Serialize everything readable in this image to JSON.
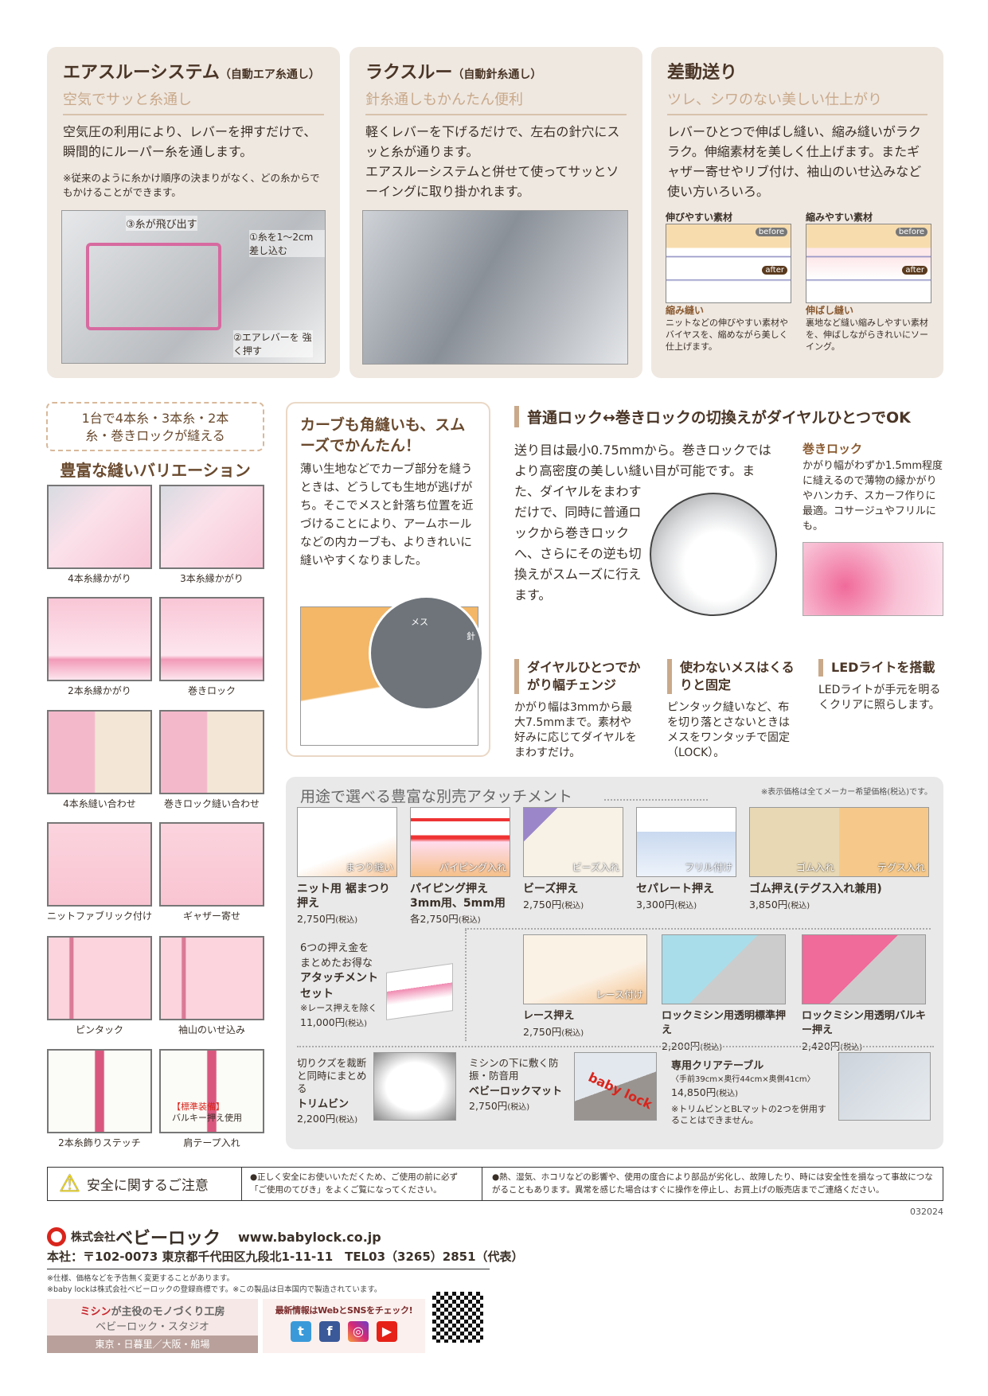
{
  "panels": [
    {
      "title": "エアスルーシステム",
      "title_note": "（自動エア糸通し）",
      "subtitle": "空気でサッと糸通し",
      "body": "空気圧の利用により、レバーを押すだけで、瞬間的にルーパー糸を通します。",
      "note": "※従来のように糸かけ順序の決まりがなく、どの糸からでもかけることができます。",
      "callouts": [
        "③糸が飛び出す",
        "①糸を1〜2cm 差し込む",
        "②エアレバーを 強く押す"
      ]
    },
    {
      "title": "ラクスルー",
      "title_note": "（自動針糸通し）",
      "subtitle": "針糸通しもかんたん便利",
      "body": "軽くレバーを下げるだけで、左右の針穴にスッと糸が通ります。\nエアスルーシステムと併せて使ってサッとソーイングに取り掛かれます。"
    },
    {
      "title": "差動送り",
      "subtitle": "ツレ、シワのない美しい仕上がり",
      "body": "レバーひとつで伸ばし縫い、縮み縫いがラクラク。伸縮素材を美しく仕上げます。またギャザー寄せやリブ付け、袖山のいせ込みなど使い方いろいろ。",
      "examples": [
        {
          "label": "伸びやすい素材",
          "before": "before",
          "after": "after",
          "caption_title": "縮み縫い",
          "caption": "ニットなどの伸びやすい素材やバイヤスを、縮めながら美しく仕上げます。"
        },
        {
          "label": "縮みやすい素材",
          "before": "before",
          "after": "after",
          "caption_title": "伸ばし縫い",
          "caption": "裏地など縫い縮みしやすい素材を、伸ばしながらきれいにソーイング。"
        }
      ]
    }
  ],
  "variation": {
    "badge": "1台で4本糸・3本糸・2本糸・巻きロックが縫える",
    "heading": "豊富な縫いバリエーション",
    "items": [
      "4本糸縁かがり",
      "3本糸縁かがり",
      "2本糸縁かがり",
      "巻きロック",
      "4本糸縫い合わせ",
      "巻きロック縫い合わせ",
      "ニットファブリック付け",
      "ギャザー寄せ",
      "ピンタック",
      "袖山のいせ込み",
      "2本糸飾りステッチ",
      "肩テープ入れ"
    ],
    "std_tag": "【標準装備】",
    "std_note": "バルキー押え使用"
  },
  "curve": {
    "heading": "カーブも角縫いも、スムーズでかんたん！",
    "body": "薄い生地などでカーブ部分を縫うときは、どうしても生地が逃げがち。そこでメスと針落ち位置を近づけることにより、アームホールなどの内カーブも、よりきれいに縫いやすくなりました。",
    "label_knife": "メス",
    "label_needle": "針"
  },
  "roll": {
    "heading": "普通ロック↔巻きロックの切換えがダイヤルひとつでOK",
    "body": "送り目は最小0.75mmから。巻きロックではより高密度の美しい縫い目が可能です。また、ダイヤルをまわすだけで、同時に普通ロックから巻きロックへ、さらにその逆も切換えがスムーズに行えます。",
    "side_title": "巻きロック",
    "side_body": "かがり幅がわずか1.5mm程度に縫えるので薄物の縁かがりやハンカチ、スカーフ作りに最適。コサージュやフリルにも。"
  },
  "features": [
    {
      "title": "ダイヤルひとつでかがり幅チェンジ",
      "body": "かがり幅は3mmから最大7.5mmまで。素材や好みに応じてダイヤルをまわすだけ。"
    },
    {
      "title": "使わないメスはくるりと固定",
      "body": "ピンタック縫いなど、布を切り落とさないときはメスをワンタッチで固定（LOCK）。"
    },
    {
      "title": "LEDライトを搭載",
      "body": "LEDライトが手元を明るくクリアに照らします。"
    }
  ],
  "attachments": {
    "heading": "用途で選べる豊富な別売アタッチメント",
    "note": "※表示価格は全てメーカー希望価格(税込)です。",
    "tax": "(税込)",
    "row1": [
      {
        "img_label": "まつり縫い",
        "name": "ニット用 裾まつり押え",
        "price": "2,750円"
      },
      {
        "img_label": "パイピング入れ",
        "name": "パイピング押え 3mm用、5mm用",
        "price": "各2,750円"
      },
      {
        "img_label": "ビーズ入れ",
        "name": "ビーズ押え",
        "price": "2,750円"
      },
      {
        "img_label": "フリル付け",
        "name": "セパレート押え",
        "price": "3,300円"
      },
      {
        "img_label": "ゴム入れ",
        "img_label2": "テグス入れ",
        "name": "ゴム押え(テグス入れ兼用)",
        "price": "3,850円"
      }
    ],
    "set": {
      "lead": "6つの押え金をまとめたお得な",
      "name": "アタッチメントセット",
      "note": "※レース押えを除く",
      "price": "11,000円"
    },
    "row2": [
      {
        "img_label": "レース付け",
        "name": "レース押え",
        "price": "2,750円"
      },
      {
        "name": "ロックミシン用透明標準押え",
        "price": "2,200円"
      },
      {
        "name": "ロックミシン用透明バルキー押え",
        "price": "2,420円"
      }
    ],
    "row3": [
      {
        "lead": "切りクズを裁断と同時にまとめる",
        "name": "トリムビン",
        "price": "2,200円"
      },
      {
        "lead": "ミシンの下に敷く防振・防音用",
        "name": "ベビーロックマット",
        "price": "2,750円",
        "mat_text": "baby lock"
      },
      {
        "name": "専用クリアテーブル",
        "dims": "〈手前39cm×奥行44cm×奥側41cm〉",
        "price": "14,850円",
        "note": "※トリムビンとBLマットの2つを併用することはできません。"
      }
    ]
  },
  "safety": {
    "title": "安全に関するご注意",
    "col1": "●正しく安全にお使いいただくため、ご使用の前に必ず「ご使用のてびき」をよくご覧になってください。",
    "col2": "●熱、湿気、ホコリなどの影響や、使用の度合により部品が劣化し、故障したり、時には安全性を損なって事故につながることもあります。異常を感じた場合はすぐに操作を停止し、お買上げの販売店までご連絡ください。"
  },
  "code": "032024",
  "footer": {
    "company": "株式会社",
    "brand": "ベビーロック",
    "url": "www.babylock.co.jp",
    "address": "本社：〒102-0073 東京都千代田区九段北1-11-11　TEL03（3265）2851（代表）",
    "notes": [
      "※仕様、価格などを予告無く変更することがあります。",
      "※baby lockは株式会社ベビーロックの登録商標です。※この製品は日本国内で製造されています。"
    ],
    "studio_accent": "ミシン",
    "studio_line1": "が主役のモノづくり工房",
    "studio_line2": "ベビーロック・スタジオ",
    "studio_locations": "東京・日暮里／大阪・船場",
    "sns_text": "最新情報はWebとSNSをチェック!"
  },
  "colors": {
    "panel": "#efe8e1",
    "accent": "#c9a98a",
    "brown": "#4a3526",
    "pink": "#f4b8cb",
    "red": "#e03a2f"
  }
}
